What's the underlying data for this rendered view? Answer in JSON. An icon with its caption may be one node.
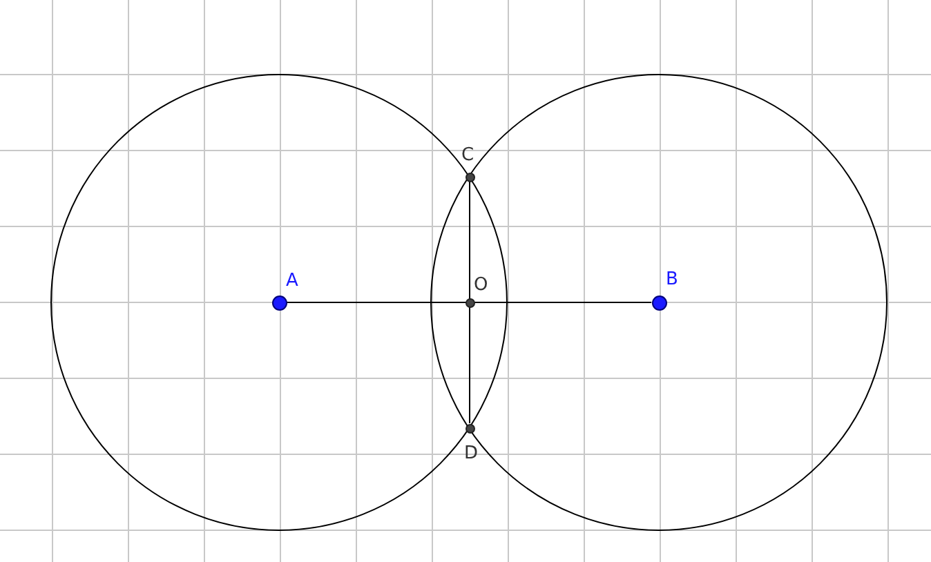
{
  "diagram": {
    "nodes": [
      {
        "text": [
          "A"
        ]
      },
      {
        "text": [
          "C"
        ]
      },
      {
        "text": [
          "O"
        ]
      },
      {
        "text": [
          "B"
        ]
      },
      {
        "text": [
          "D"
        ]
      }
    ],
    "edges": [
      {
        "from": 0,
        "to": 3,
        "arrow": "none"
      },
      {
        "from": 1,
        "to": 4,
        "arrow": "none"
      }
    ]
  }
}
